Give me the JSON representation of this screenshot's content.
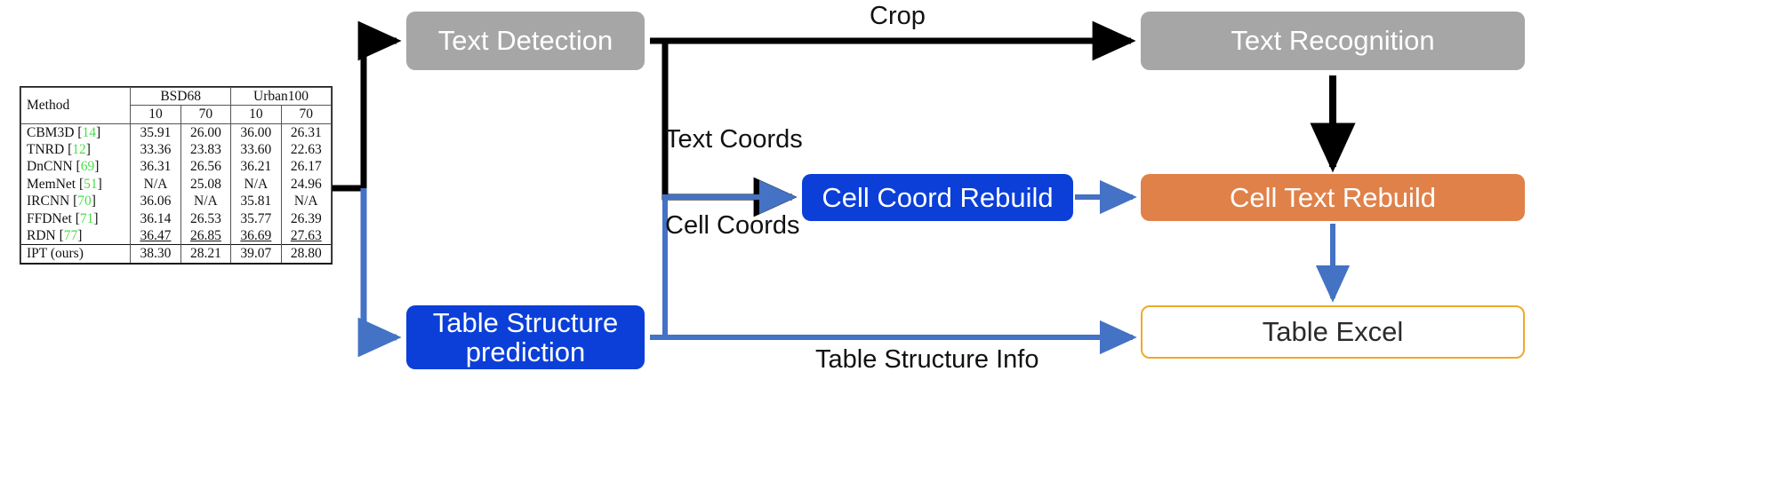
{
  "paper_table": {
    "caption_row_header": "Method",
    "group_headers": [
      "BSD68",
      "Urban100"
    ],
    "sub_headers": [
      "10",
      "70",
      "10",
      "70"
    ],
    "rows": [
      {
        "method": "CBM3D",
        "ref": "14",
        "values": [
          "35.91",
          "26.00",
          "36.00",
          "26.31"
        ]
      },
      {
        "method": "TNRD",
        "ref": "12",
        "values": [
          "33.36",
          "23.83",
          "33.60",
          "22.63"
        ]
      },
      {
        "method": "DnCNN",
        "ref": "69",
        "values": [
          "36.31",
          "26.56",
          "36.21",
          "26.17"
        ]
      },
      {
        "method": "MemNet",
        "ref": "51",
        "values": [
          "N/A",
          "25.08",
          "N/A",
          "24.96"
        ]
      },
      {
        "method": "IRCNN",
        "ref": "70",
        "values": [
          "36.06",
          "N/A",
          "35.81",
          "N/A"
        ]
      },
      {
        "method": "FFDNet",
        "ref": "71",
        "values": [
          "36.14",
          "26.53",
          "35.77",
          "26.39"
        ]
      },
      {
        "method": "RDN",
        "ref": "77",
        "values": [
          "36.47",
          "26.85",
          "36.69",
          "27.63"
        ]
      }
    ],
    "final_row": {
      "method": "IPT (ours)",
      "ref": "",
      "values": [
        "38.30",
        "28.21",
        "39.07",
        "28.80"
      ]
    }
  },
  "flow": {
    "nodes": {
      "text_detection": {
        "label": "Text Detection",
        "color": "#a6a6a6"
      },
      "text_recognition": {
        "label": "Text Recognition",
        "color": "#a6a6a6"
      },
      "cell_coord": {
        "label": "Cell Coord Rebuild",
        "color": "#0b3fd8"
      },
      "cell_text": {
        "label": "Cell Text Rebuild",
        "color": "#e0814a"
      },
      "table_structure": {
        "label": "Table Structure prediction",
        "color": "#0b3fd8"
      },
      "table_excel": {
        "label": "Table Excel",
        "color": "#ecab2d"
      }
    },
    "edge_labels": {
      "crop": "Crop",
      "text_coords": "Text Coords",
      "cell_coords": "Cell Coords",
      "table_structure_info": "Table Structure Info"
    },
    "edge_colors": {
      "black": "#000000",
      "blue": "#4472c4"
    }
  }
}
